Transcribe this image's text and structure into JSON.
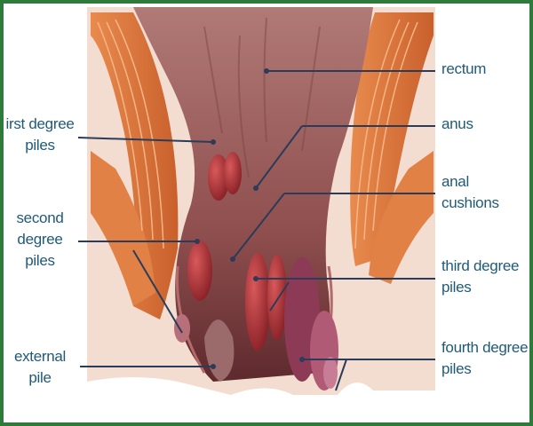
{
  "labels": {
    "rectum": "rectum",
    "anus": "anus",
    "anal_cushions": [
      "anal",
      "cushions"
    ],
    "first_degree": [
      "irst degree",
      "piles"
    ],
    "second_degree": [
      "second",
      "degree",
      "piles"
    ],
    "third_degree": [
      "third degree",
      "piles"
    ],
    "fourth_degree": [
      "fourth degree",
      "piles"
    ],
    "external": [
      "external",
      "pile"
    ]
  },
  "colors": {
    "frame": "#2e7a3a",
    "label_text": "#1f5a78",
    "leader_line": "#2a3c5a",
    "muscle": "#e07b3e",
    "skin": "#f3ddd0",
    "rectum_wall": "#a56b66",
    "pile": "#a8242a"
  }
}
